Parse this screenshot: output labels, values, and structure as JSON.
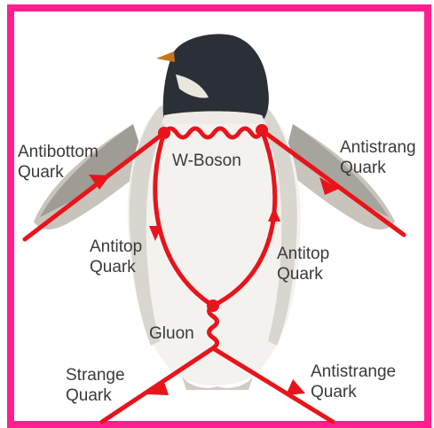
{
  "colors": {
    "border": "#ff1f8e",
    "feynman_lines": "#e8141b",
    "label_text": "#3a3a3a",
    "penguin_body": "#f4f2ee",
    "penguin_dark": "#2b2f36"
  },
  "image": {
    "subject": "penguin-icon"
  },
  "labels": {
    "antibottom": [
      "Antibottom",
      "Quark"
    ],
    "antistrange_top": [
      "Antistrang",
      "Quark"
    ],
    "w_boson": "W-Boson",
    "antitop_left": [
      "Antitop",
      "Quark"
    ],
    "antitop_right": [
      "Antitop",
      "Quark"
    ],
    "gluon": "Gluon",
    "strange": [
      "Strange",
      "Quark"
    ],
    "antistrange_bottom": [
      "Antistrange",
      "Quark"
    ]
  }
}
